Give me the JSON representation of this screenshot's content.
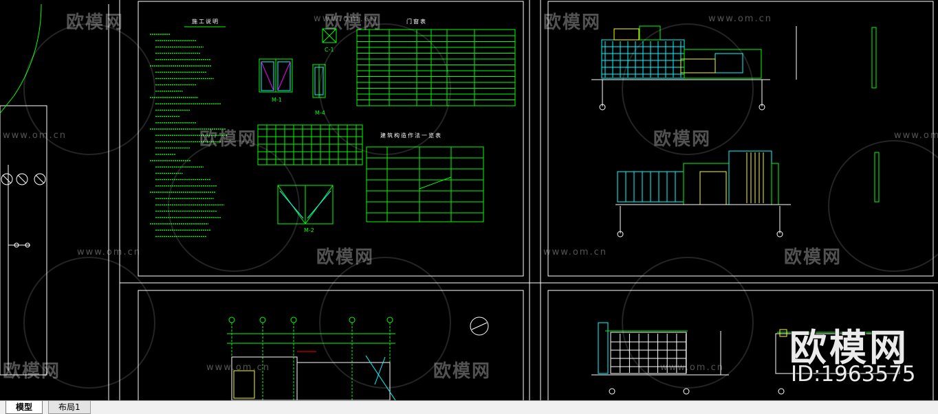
{
  "tabs": [
    {
      "label": "模型",
      "active": true
    },
    {
      "label": "布局1",
      "active": false
    }
  ],
  "watermark": {
    "brand": "欧模网",
    "url": "www.om.cn",
    "big_brand": "欧模网",
    "id_text": "ID:1963575"
  },
  "drawing_labels": {
    "notes_title": "施工说明",
    "door_window_table_title": "门窗表",
    "construction_table_title": "建筑构造作法一览表",
    "label_c1": "C-1",
    "label_m1": "M-1",
    "label_m2": "M-2",
    "label_m4": "M-4"
  },
  "colors": {
    "background": "#000000",
    "frame": "#ffffff",
    "cad_green": "#00ff00",
    "cad_cyan": "#00ffff",
    "cad_yellow": "#ffff00",
    "cad_red": "#ff0000",
    "cad_magenta": "#ff00ff",
    "tabbar": "#f0f0f0"
  }
}
